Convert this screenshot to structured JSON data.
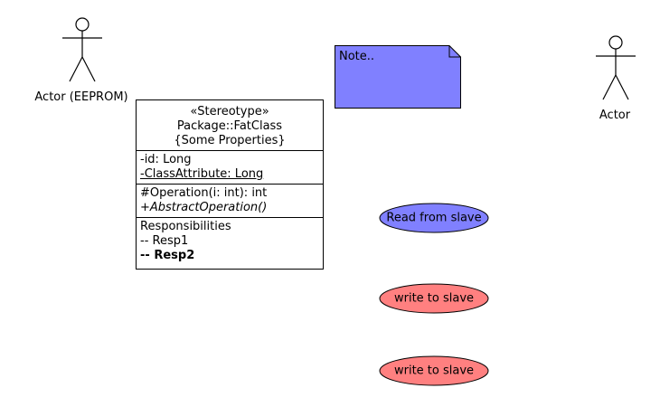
{
  "actors": [
    {
      "label": "Actor (EEPROM)"
    },
    {
      "label": "Actor"
    }
  ],
  "class_box": {
    "stereotype": "«Stereotype»",
    "name": "Package::FatClass",
    "properties": "{Some Properties}",
    "attributes": [
      "-id: Long",
      "-ClassAttribute: Long"
    ],
    "operations": [
      "#Operation(i: int): int",
      "+AbstractOperation()"
    ],
    "responsibilities_title": "Responsibilities",
    "responsibilities": [
      "-- Resp1",
      "-- Resp2"
    ]
  },
  "note": {
    "text": "Note..",
    "color": "#8080ff"
  },
  "usecases": [
    {
      "label": "Read from slave",
      "color": "#8080ff"
    },
    {
      "label": "write to slave",
      "color": "#ff8080"
    },
    {
      "label": "write to slave",
      "color": "#ff8080"
    }
  ]
}
